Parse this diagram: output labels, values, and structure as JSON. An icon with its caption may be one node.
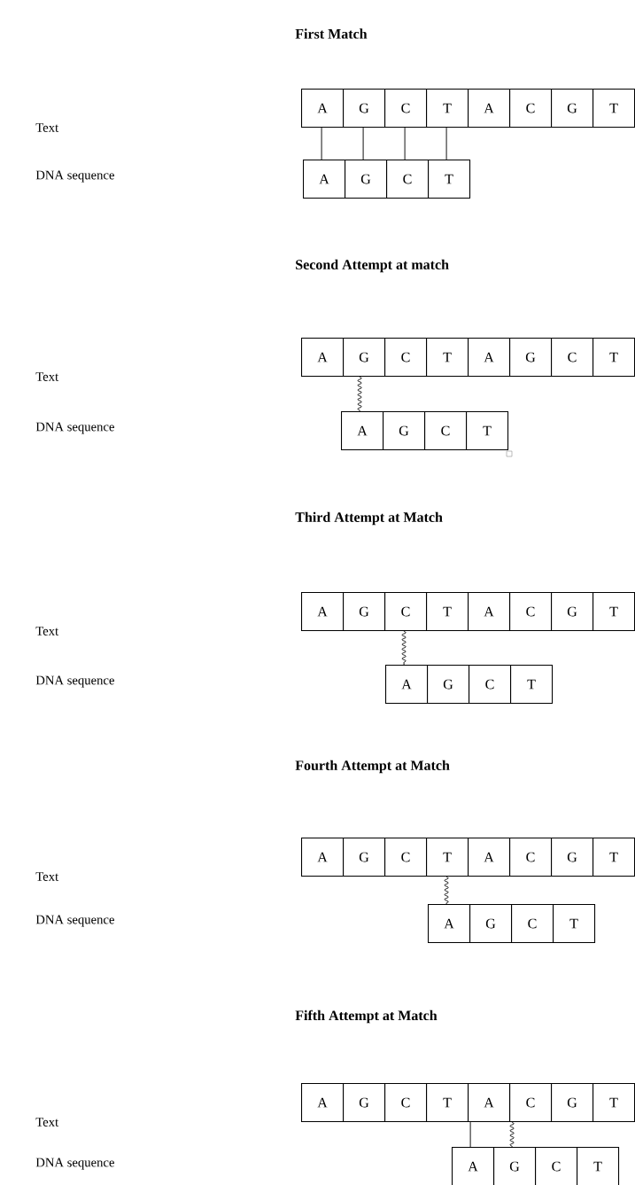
{
  "diagram": {
    "nodes": [
      {
        "text": [
          "A"
        ]
      },
      {
        "text": [
          "G"
        ]
      },
      {
        "text": [
          "C"
        ]
      },
      {
        "text": [
          "T"
        ]
      },
      {
        "text": [
          "A"
        ]
      },
      {
        "text": [
          "C"
        ]
      },
      {
        "text": [
          "G"
        ]
      },
      {
        "text": [
          "T"
        ]
      },
      {
        "text": [
          "A"
        ]
      },
      {
        "text": [
          "G"
        ]
      },
      {
        "text": [
          "C"
        ]
      },
      {
        "text": [
          "T"
        ]
      },
      {
        "text": [
          "A"
        ]
      },
      {
        "text": [
          "G"
        ]
      },
      {
        "text": [
          "C"
        ]
      },
      {
        "text": [
          "T"
        ]
      },
      {
        "text": [
          "A"
        ]
      },
      {
        "text": [
          "G"
        ]
      },
      {
        "text": [
          "C"
        ]
      },
      {
        "text": [
          "T"
        ]
      },
      {
        "text": [
          "A"
        ]
      },
      {
        "text": [
          "G"
        ]
      },
      {
        "text": [
          "C"
        ]
      },
      {
        "text": [
          "T"
        ]
      },
      {
        "text": [
          "A"
        ]
      },
      {
        "text": [
          "G"
        ]
      },
      {
        "text": [
          "C"
        ]
      },
      {
        "text": [
          "T"
        ]
      },
      {
        "text": [
          "A"
        ]
      },
      {
        "text": [
          "C"
        ]
      },
      {
        "text": [
          "G"
        ]
      },
      {
        "text": [
          "T"
        ]
      },
      {
        "text": [
          "A"
        ]
      },
      {
        "text": [
          "G"
        ]
      },
      {
        "text": [
          "C"
        ]
      },
      {
        "text": [
          "T"
        ]
      },
      {
        "text": [
          "A"
        ]
      },
      {
        "text": [
          "G"
        ]
      },
      {
        "text": [
          "C"
        ]
      },
      {
        "text": [
          "T"
        ]
      },
      {
        "text": [
          "A"
        ]
      },
      {
        "text": [
          "C"
        ]
      },
      {
        "text": [
          "G"
        ]
      },
      {
        "text": [
          "T"
        ]
      },
      {
        "text": [
          "A"
        ]
      },
      {
        "text": [
          "G"
        ]
      },
      {
        "text": [
          "C"
        ]
      },
      {
        "text": [
          "T"
        ]
      },
      {
        "text": [
          "A"
        ]
      },
      {
        "text": [
          "G"
        ]
      },
      {
        "text": [
          "C"
        ]
      },
      {
        "text": [
          "T"
        ]
      },
      {
        "text": [
          "A"
        ]
      },
      {
        "text": [
          "C"
        ]
      },
      {
        "text": [
          "G"
        ]
      },
      {
        "text": [
          "T"
        ]
      },
      {
        "text": [
          "A"
        ]
      },
      {
        "text": [
          "G"
        ]
      },
      {
        "text": [
          "C"
        ]
      },
      {
        "text": [
          "T"
        ]
      }
    ],
    "edges": [
      {
        "from": 0,
        "to": 8,
        "arrow": "none"
      },
      {
        "from": 1,
        "to": 9,
        "arrow": "none"
      },
      {
        "from": 2,
        "to": 10,
        "arrow": "none"
      },
      {
        "from": 3,
        "to": 11,
        "arrow": "none"
      },
      {
        "from": 13,
        "to": 20,
        "arrow": "none"
      },
      {
        "from": 26,
        "to": 32,
        "arrow": "none"
      },
      {
        "from": 39,
        "to": 44,
        "arrow": "none"
      },
      {
        "from": 52,
        "to": 56,
        "arrow": "none"
      },
      {
        "from": 53,
        "to": 57,
        "arrow": "none"
      }
    ],
    "labels": [
      "First Match",
      "Text",
      "DNA sequence",
      "Second Attempt at match",
      "Text",
      "DNA sequence",
      "Third Attempt at Match",
      "Text",
      "DNA sequence",
      "Fourth Attempt at Match",
      "Text",
      "DNA sequence",
      "Fifth Attempt at Match",
      "Text",
      "DNA sequence"
    ]
  }
}
